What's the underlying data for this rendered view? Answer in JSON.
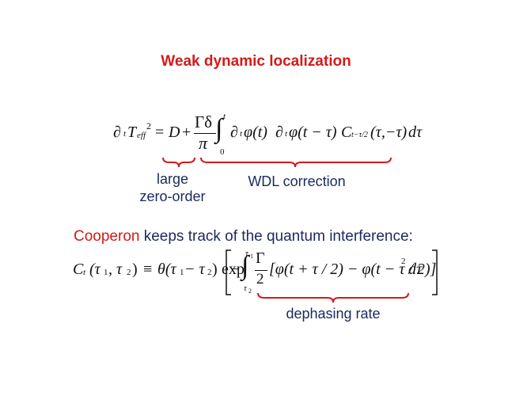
{
  "slide": {
    "title": "Weak dynamic localization",
    "colors": {
      "title": "#d41a1a",
      "accent": "#d41a1a",
      "body_text": "#1a2a5e",
      "math": "#111111"
    }
  },
  "equation1": {
    "lhs_partial": "∂",
    "lhs_t": "t",
    "lhs_T": "T",
    "lhs_eff": "eff",
    "lhs_sq": "2",
    "eq": "=",
    "D": "D",
    "plus": "+",
    "num": "Γδ",
    "den": "π",
    "integral": "∫",
    "upper": "t",
    "lower": "0",
    "term1_partial": "∂",
    "term1_sub": "t",
    "term1_body": "φ(t)",
    "term2_partial": "∂",
    "term2_sub": "t",
    "term2_body": "φ(t − τ)",
    "C": "C",
    "C_sub": "t−τ/2",
    "C_args": "(τ,−τ)",
    "dtau": "dτ"
  },
  "annotations": {
    "large_line1": "large",
    "large_line2": "zero-order",
    "wdl": "WDL correction",
    "dephasing": "dephasing rate"
  },
  "sentence": {
    "highlight": "Cooperon",
    "rest": " keeps track of the quantum interference:"
  },
  "equation2": {
    "C": "C",
    "C_sub": "t",
    "args": "(τ",
    "sub1": "1",
    "comma": ", τ",
    "sub2": "2",
    "close": ")",
    "equiv": "≡",
    "theta": "θ(τ",
    "theta_sub1": "1",
    "minus": " − τ",
    "theta_sub2": "2",
    "theta_close": ")",
    "exp": "exp",
    "neg": "−",
    "integral": "∫",
    "upper": "τ",
    "upper_sub": "1",
    "lower": "τ",
    "lower_sub": "2",
    "num": "Γ",
    "den": "2",
    "body": "[φ(t + τ / 2) − φ(t − τ / 2)]",
    "sq": "2",
    "dtau": "dτ"
  }
}
